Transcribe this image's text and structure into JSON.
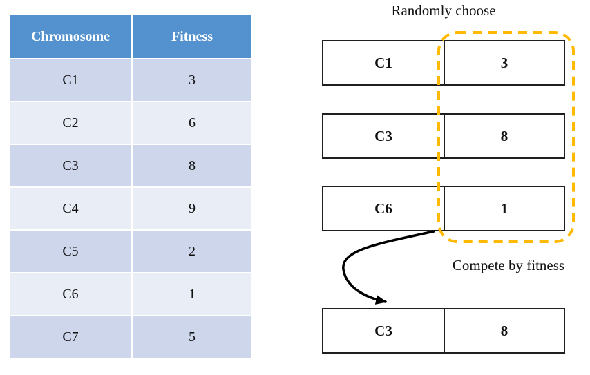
{
  "table": {
    "headers": [
      "Chromosome",
      "Fitness"
    ],
    "rows": [
      {
        "chromosome": "C1",
        "fitness": "3"
      },
      {
        "chromosome": "C2",
        "fitness": "6"
      },
      {
        "chromosome": "C3",
        "fitness": "8"
      },
      {
        "chromosome": "C4",
        "fitness": "9"
      },
      {
        "chromosome": "C5",
        "fitness": "2"
      },
      {
        "chromosome": "C6",
        "fitness": "1"
      },
      {
        "chromosome": "C7",
        "fitness": "5"
      }
    ]
  },
  "diagram": {
    "title": "Randomly choose",
    "candidates": [
      {
        "chromosome": "C1",
        "fitness": "3"
      },
      {
        "chromosome": "C3",
        "fitness": "8"
      },
      {
        "chromosome": "C6",
        "fitness": "1"
      }
    ],
    "compete_label": "Compete by fitness",
    "winner": {
      "chromosome": "C3",
      "fitness": "8"
    }
  },
  "colors": {
    "table_header_blue": "#5392CF",
    "row_band_dark": "#CDD6EA",
    "row_band_light": "#E9EDF6",
    "selection_dash_gold": "#FFB900",
    "arrow_black": "#000000"
  }
}
